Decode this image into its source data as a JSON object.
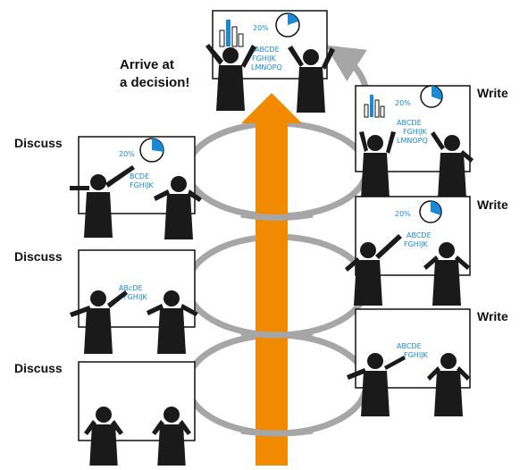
{
  "diagram": {
    "steps_left": [
      {
        "label": "Discuss"
      },
      {
        "label": "Discuss"
      },
      {
        "label": "Discuss"
      }
    ],
    "steps_right": [
      {
        "label": "Write"
      },
      {
        "label": "Write"
      },
      {
        "label": "Write"
      }
    ],
    "top_label_line1": "Arrive at",
    "top_label_line2": "a decision!",
    "board_text": {
      "percent": "20%",
      "line1": "ABCDE",
      "line2": "FGHIJK",
      "line3": "LMNOPQ",
      "line1_short": "BCDE",
      "line1_mid": "ABcDE"
    }
  },
  "colors": {
    "arrow": "#f28a00",
    "loop": "#a6a6a6",
    "ink": "#1a8ad4",
    "figure": "#1a1a1a"
  }
}
